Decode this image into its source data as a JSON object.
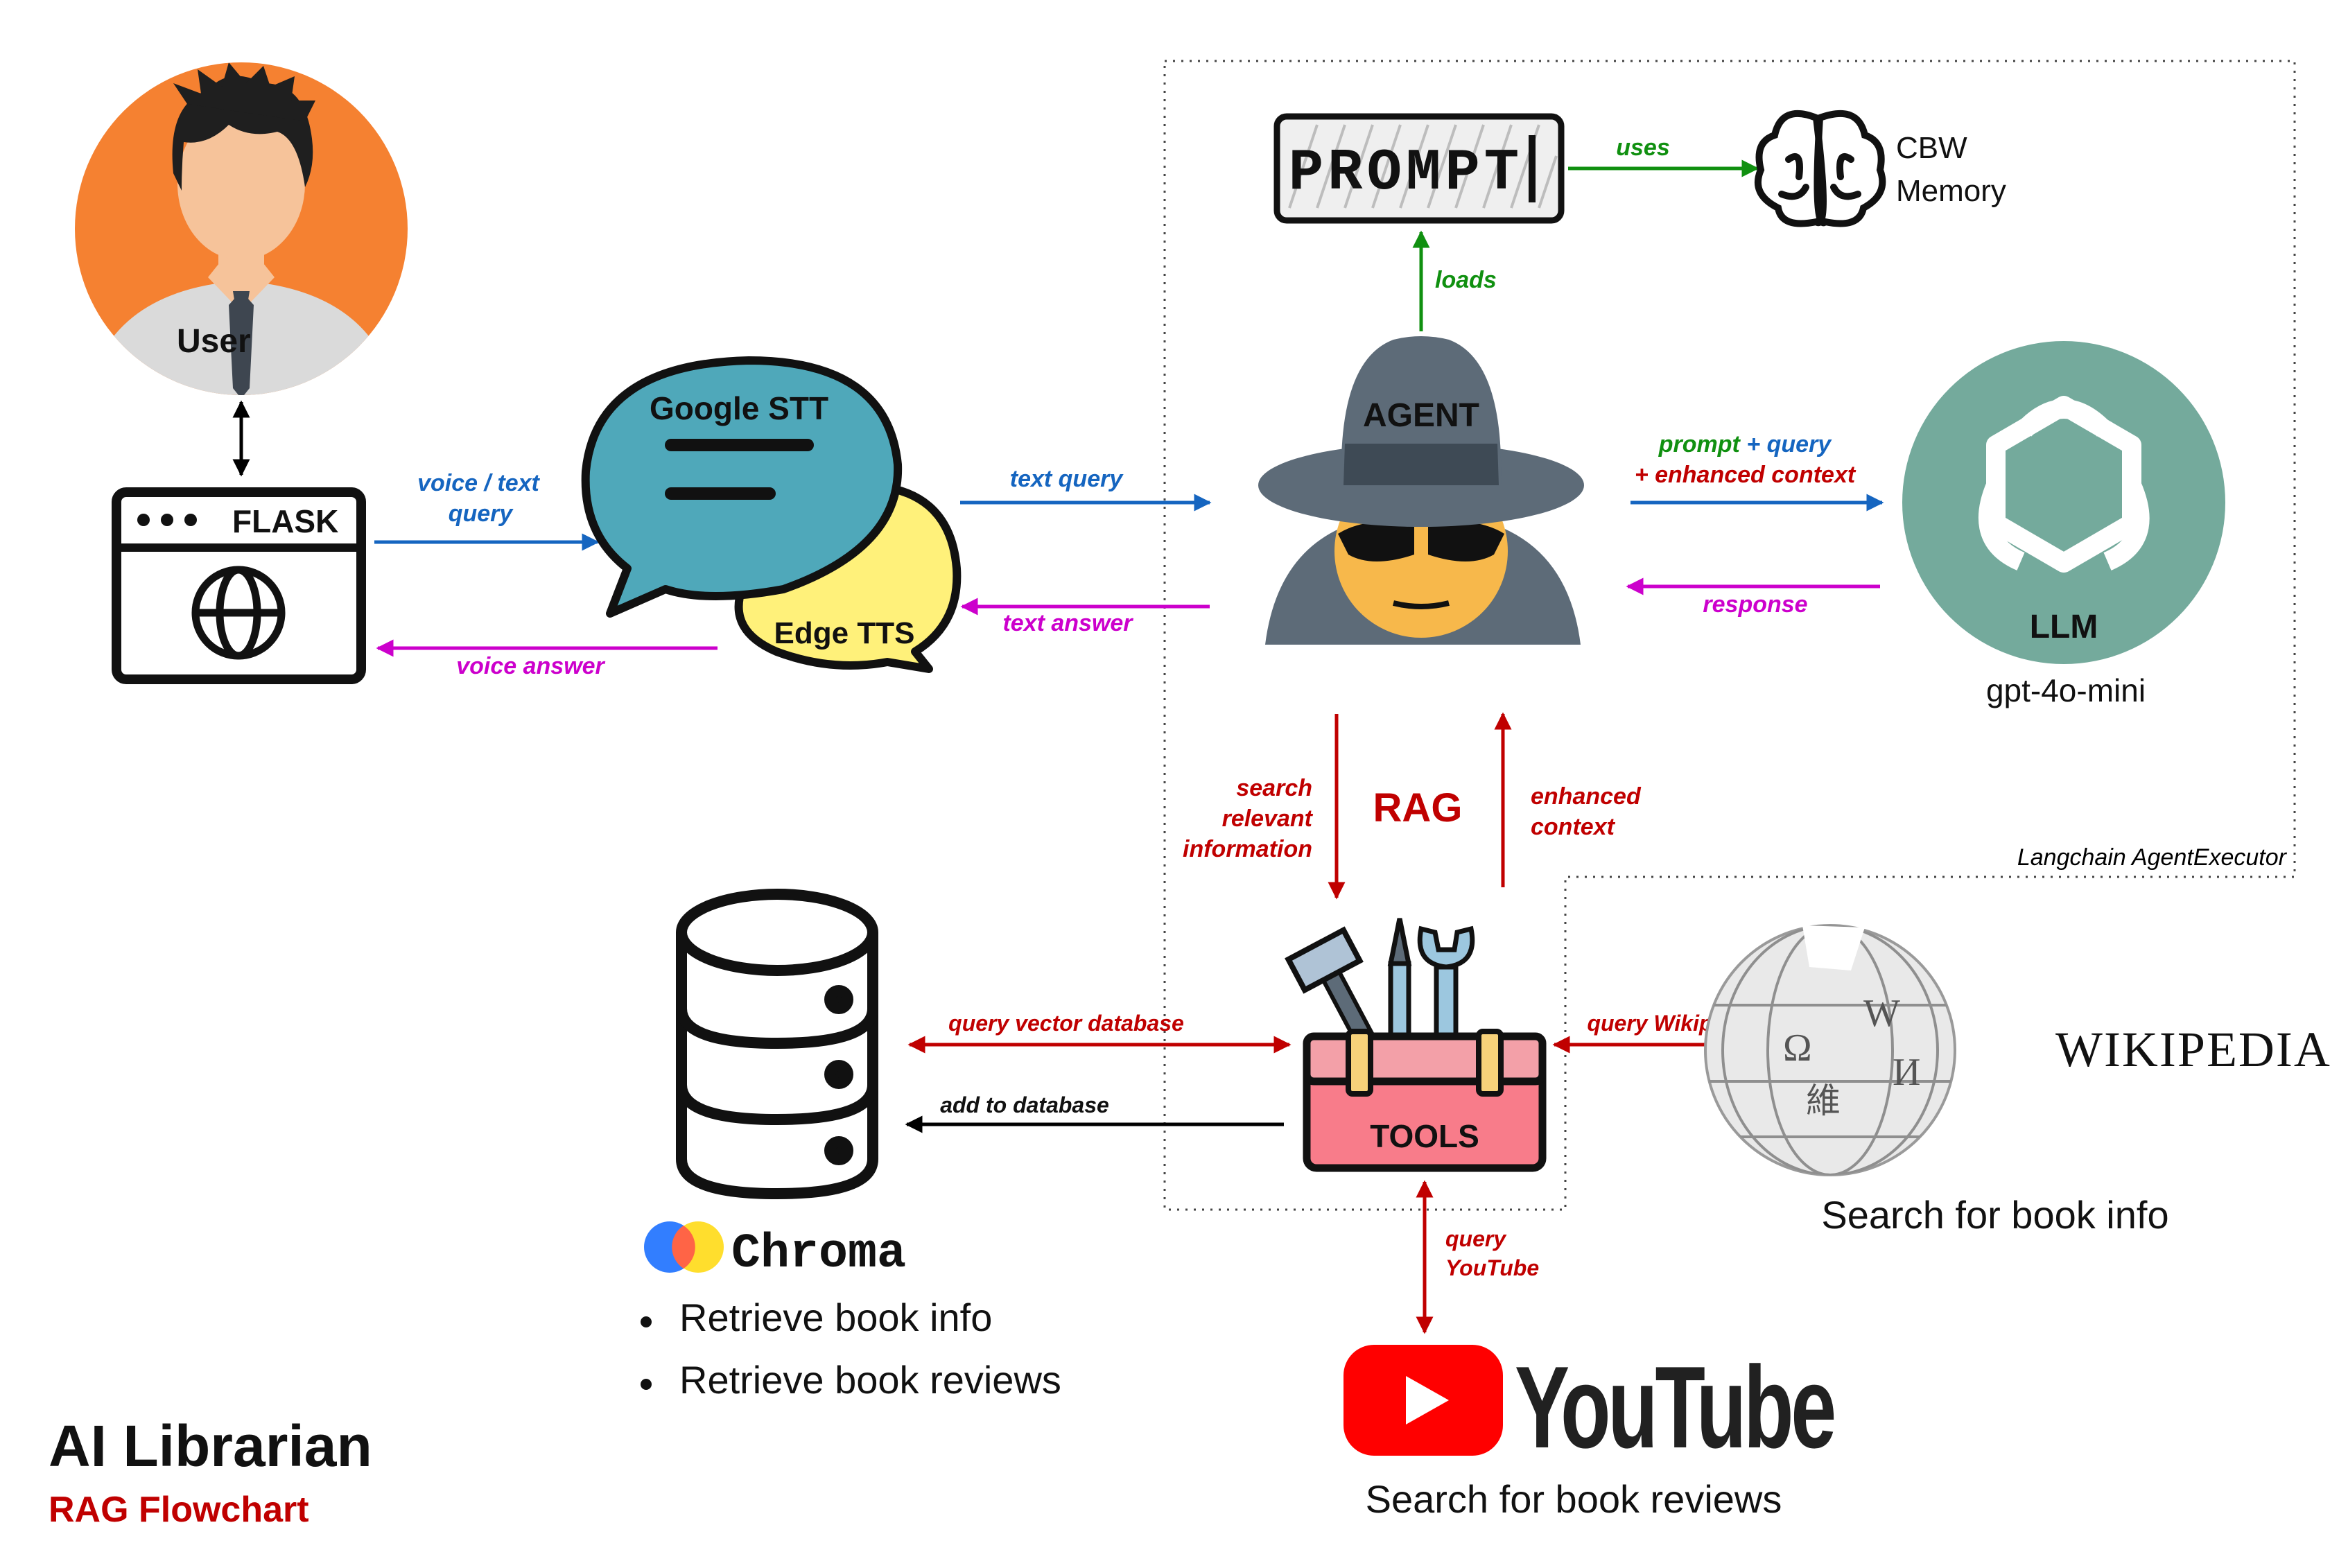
{
  "colors": {
    "blue": "#1565C0",
    "magenta": "#CC00CC",
    "green": "#109010",
    "red": "#C00000",
    "black": "#000000",
    "user_bg": "#F58131",
    "stt_bubble": "#4FA8BA",
    "tts_bubble": "#FFF17A",
    "llm_bg": "#74AA9C",
    "agent_hat": "#5D6B78",
    "tools_box": "#F87C8A",
    "youtube_red": "#FF0000"
  },
  "title": {
    "main": "AI Librarian",
    "sub": "RAG Flowchart"
  },
  "nodes": {
    "user": "User",
    "flask": "FLASK",
    "stt": "Google STT",
    "tts": "Edge TTS",
    "agent": "AGENT",
    "prompt": "PROMPT",
    "memory_line1": "CBW",
    "memory_line2": "Memory",
    "llm": "LLM",
    "llm_model": "gpt-4o-mini",
    "rag": "RAG",
    "tools": "TOOLS",
    "executor": "Langchain AgentExecutor",
    "chroma": "Chroma",
    "chroma_bullets": [
      "Retrieve book info",
      "Retrieve book reviews"
    ],
    "wikipedia": "WIKIPEDIA",
    "wikipedia_caption": "Search for book info",
    "youtube": "YouTube",
    "youtube_caption": "Search for book reviews"
  },
  "edges": {
    "voice_text_query_1": "voice / text",
    "voice_text_query_2": "query",
    "voice_answer": "voice answer",
    "text_query": "text query",
    "text_answer": "text answer",
    "uses": "uses",
    "loads": "loads",
    "prompt_query_1": "prompt + query",
    "prompt_query_2": "+ enhanced context",
    "response": "response",
    "search_relevant_1": "search",
    "search_relevant_2": "relevant",
    "search_relevant_3": "information",
    "enhanced_context_1": "enhanced",
    "enhanced_context_2": "context",
    "query_vector_db": "query vector database",
    "add_to_db": "add to database",
    "query_wikipedia": "query Wikipedia",
    "query_youtube_1": "query",
    "query_youtube_2": "YouTube"
  },
  "icons": [
    "user-avatar-icon",
    "browser-globe-icon",
    "speech-bubble-icon",
    "agent-spy-icon",
    "brain-icon",
    "openai-logo-icon",
    "toolbox-icon",
    "database-icon",
    "chroma-logo-icon",
    "wikipedia-globe-icon",
    "youtube-play-icon"
  ]
}
